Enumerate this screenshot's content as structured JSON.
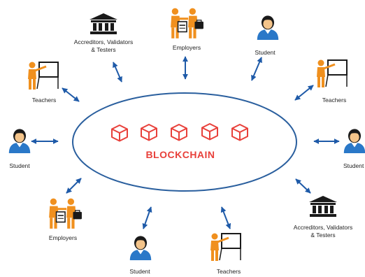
{
  "diagram": {
    "center_label": "BLOCKCHAIN",
    "colors": {
      "arrow": "#1e5aa8",
      "ellipse": "#2a5f9e",
      "block": "#e8403a",
      "person_orange": "#f0901e",
      "person_blue": "#2a78c8",
      "building": "#1a1a1a"
    },
    "nodes": [
      {
        "id": "acc1",
        "label_lines": [
          "Accreditors, Validators",
          "& Testers"
        ],
        "icon": "institution-icon"
      },
      {
        "id": "emp1",
        "label_lines": [
          "Employers"
        ],
        "icon": "employers-icon"
      },
      {
        "id": "stu1",
        "label_lines": [
          "Student"
        ],
        "icon": "student-icon"
      },
      {
        "id": "tea1",
        "label_lines": [
          "Teachers"
        ],
        "icon": "teacher-icon"
      },
      {
        "id": "tea2",
        "label_lines": [
          "Teachers"
        ],
        "icon": "teacher-icon"
      },
      {
        "id": "stu2",
        "label_lines": [
          "Student"
        ],
        "icon": "student-icon"
      },
      {
        "id": "stu3",
        "label_lines": [
          "Student"
        ],
        "icon": "student-icon"
      },
      {
        "id": "emp2",
        "label_lines": [
          "Employers"
        ],
        "icon": "employers-icon"
      },
      {
        "id": "stu4",
        "label_lines": [
          "Student"
        ],
        "icon": "student-icon"
      },
      {
        "id": "tea3",
        "label_lines": [
          "Teachers"
        ],
        "icon": "teacher-icon"
      },
      {
        "id": "acc2",
        "label_lines": [
          "Accreditors, Validators",
          "& Testers"
        ],
        "icon": "institution-icon"
      }
    ]
  }
}
